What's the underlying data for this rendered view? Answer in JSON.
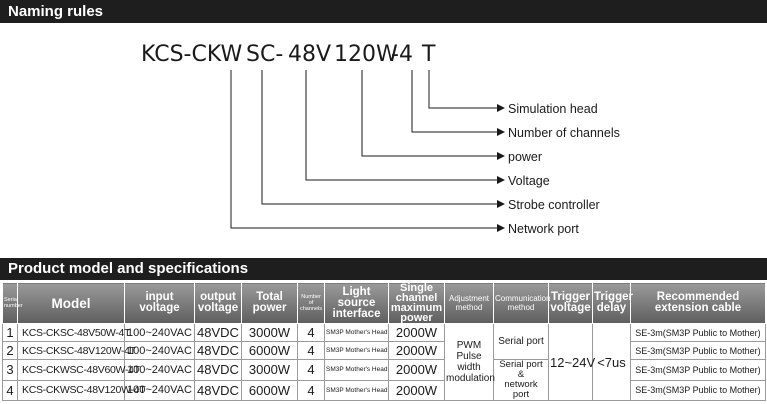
{
  "naming": {
    "header": "Naming rules",
    "code_parts": [
      "KCS-CKW",
      "SC-",
      "48V",
      "120W",
      "-4",
      "T"
    ],
    "legend": [
      "Simulation head",
      "Number of channels",
      "power",
      "Voltage",
      "Strobe controller",
      "Network port"
    ]
  },
  "products": {
    "header": "Product model and specifications",
    "columns": {
      "serial": "Serial number",
      "model": "Model",
      "input_voltage": "input voltage",
      "output_voltage": "output voltage",
      "total_power": "Total power",
      "channels": "Number of channels",
      "light_source": "Light source interface",
      "single_channel": "Single channel maximum power",
      "adjustment": "Adjustment method",
      "communication": "Communication method",
      "trigger_voltage": "Trigger voltage",
      "trigger_delay": "Trigger delay",
      "cable": "Recommended extension cable"
    },
    "rows": [
      {
        "serial": "1",
        "model": "KCS-CKSC-48V50W-4T",
        "input": "100~240VAC",
        "output": "48VDC",
        "power": "3000W",
        "channels": "4",
        "light": "SM3P Mother's Head",
        "single": "2000W",
        "cable": "SE-3m(SM3P Public to Mother)"
      },
      {
        "serial": "2",
        "model": "KCS-CKSC-48V120W-4T",
        "input": "100~240VAC",
        "output": "48VDC",
        "power": "6000W",
        "channels": "4",
        "light": "SM3P Mother's Head",
        "single": "2000W",
        "cable": "SE-3m(SM3P Public to Mother)"
      },
      {
        "serial": "3",
        "model": "KCS-CKWSC-48V60W-4T",
        "input": "100~240VAC",
        "output": "48VDC",
        "power": "3000W",
        "channels": "4",
        "light": "SM3P Mother's Head",
        "single": "2000W",
        "cable": "SE-3m(SM3P Public to Mother)"
      },
      {
        "serial": "4",
        "model": "KCS-CKWSC-48V120W-4T",
        "input": "100~240VAC",
        "output": "48VDC",
        "power": "6000W",
        "channels": "4",
        "light": "SM3P Mother's Head",
        "single": "2000W",
        "cable": "SE-3m(SM3P Public to Mother)"
      }
    ],
    "adjustment_value": {
      "line1": "PWM",
      "line2": "Pulse width",
      "line3": "modulation"
    },
    "communication_serial": "Serial port",
    "communication_both": {
      "line1": "Serial port",
      "line2": "&",
      "line3": "network port"
    },
    "trigger_voltage_value": "12~24V",
    "trigger_delay_value": "<7us"
  }
}
